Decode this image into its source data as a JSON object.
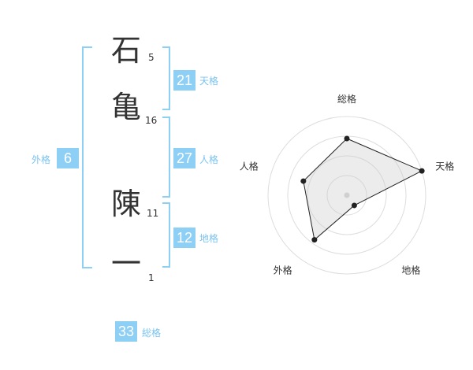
{
  "name": {
    "chars": [
      {
        "char": "石",
        "strokes": "5"
      },
      {
        "char": "亀",
        "strokes": "16"
      },
      {
        "char": "陳",
        "strokes": "11"
      },
      {
        "char": "一",
        "strokes": "1"
      }
    ]
  },
  "kakusu": {
    "tenkaku": {
      "value": "21",
      "label": "天格"
    },
    "jinkaku": {
      "value": "27",
      "label": "人格"
    },
    "chikaku": {
      "value": "12",
      "label": "地格"
    },
    "gaikaku": {
      "value": "6",
      "label": "外格"
    },
    "soukaku": {
      "value": "33",
      "label": "総格"
    }
  },
  "chart_data": {
    "type": "radar",
    "axes": [
      "総格",
      "天格",
      "地格",
      "外格",
      "人格"
    ],
    "values": [
      0.72,
      1.0,
      0.16,
      0.7,
      0.58
    ],
    "rings": 4,
    "max": 1.0
  },
  "colors": {
    "accent": "#8ecff5",
    "label": "#7bc3ee",
    "text": "#333333"
  }
}
